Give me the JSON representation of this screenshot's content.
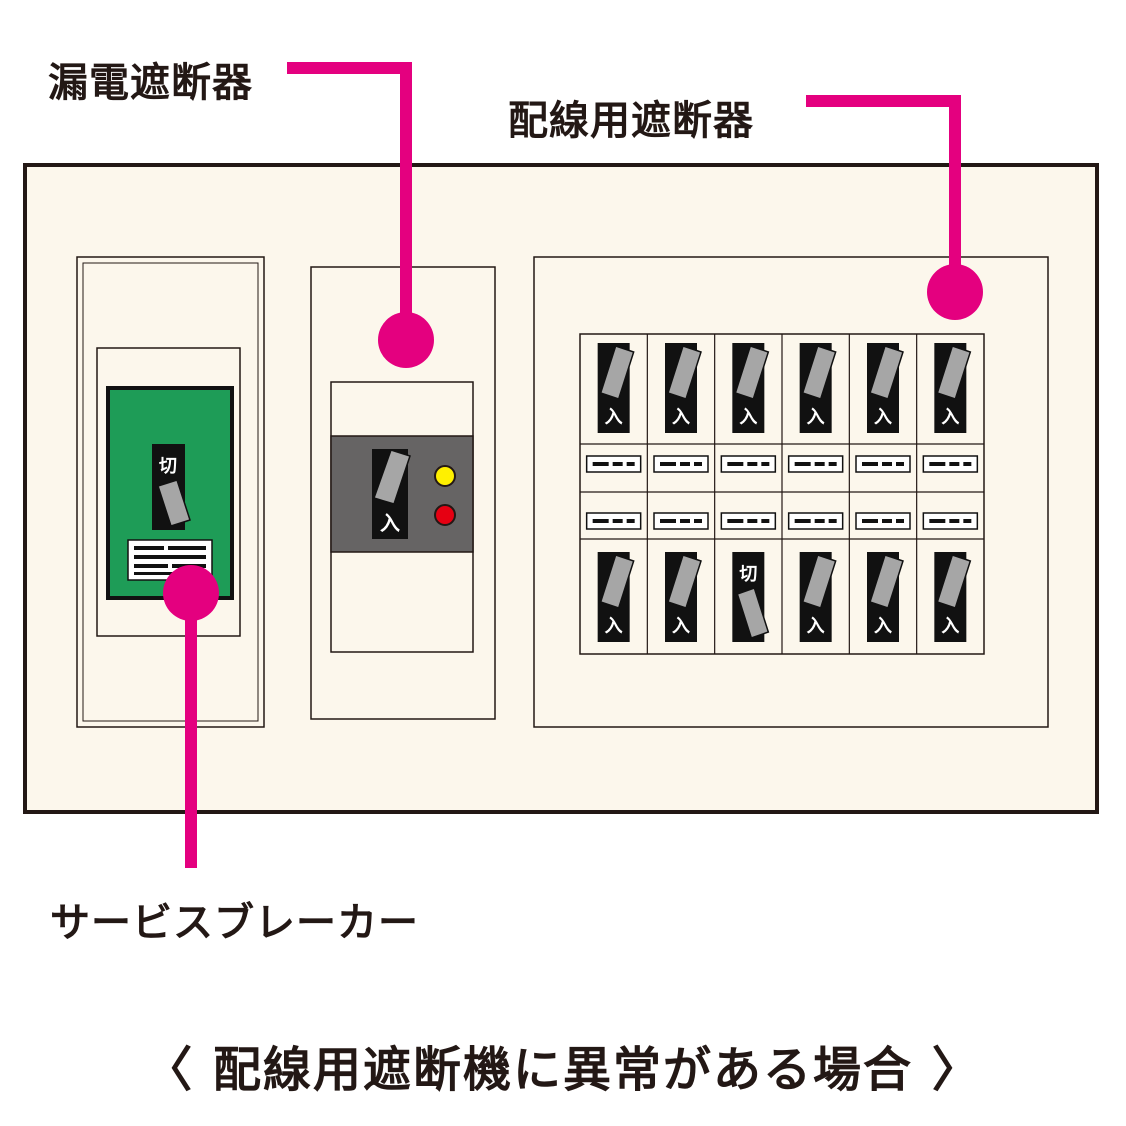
{
  "labels": {
    "leakage_breaker": "漏電遮断器",
    "branch_breaker": "配線用遮断器",
    "service_breaker": "サービスブレーカー"
  },
  "caption": "〈 配線用遮断機に異常がある場合 〉",
  "switch_text": {
    "on": "入",
    "off": "切"
  },
  "branch_breakers": {
    "top_row": [
      "入",
      "入",
      "入",
      "入",
      "入",
      "入"
    ],
    "bottom_row": [
      "入",
      "入",
      "切",
      "入",
      "入",
      "入"
    ]
  },
  "colors": {
    "accent": "#e4007f",
    "panel_fill": "#fcf7ec",
    "outline": "#231815",
    "service_breaker_green": "#1e9c57",
    "leakage_body_gray": "#666464",
    "switch_black": "#111111",
    "lever_gray": "#a6a6a6",
    "indicator_yellow": "#fff000",
    "indicator_red": "#e60012"
  }
}
